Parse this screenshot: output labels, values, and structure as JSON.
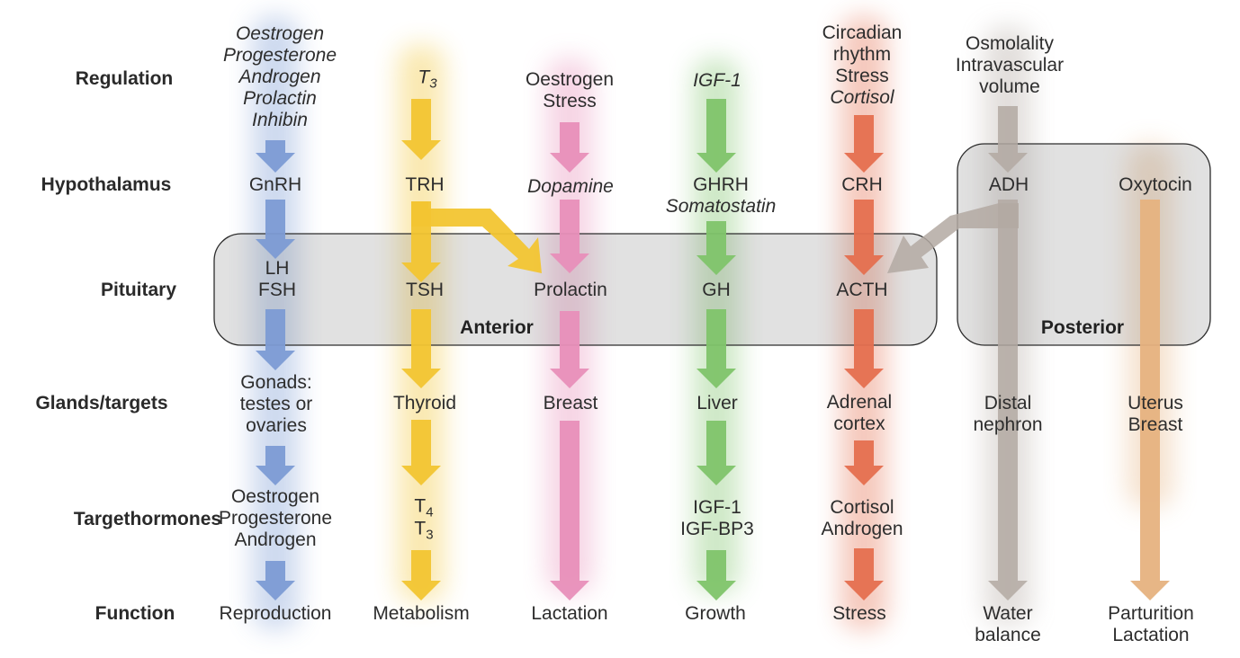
{
  "row_labels": {
    "regulation": "Regulation",
    "hypothalamus": "Hypothalamus",
    "pituitary": "Pituitary",
    "glands": "Glands/targets",
    "target_hormones_1": "Target",
    "target_hormones_2": "hormones",
    "function": "Function"
  },
  "panels": {
    "anterior": "Anterior",
    "posterior": "Posterior"
  },
  "axes": {
    "gonadal": {
      "color": "#7c9bd4",
      "regulation": [
        "Oestrogen",
        "Progesterone",
        "Androgen",
        "Prolactin",
        "Inhibin"
      ],
      "hypothalamus": "GnRH",
      "pituitary": [
        "LH",
        "FSH"
      ],
      "glands": [
        "Gonads:",
        "testes or",
        "ovaries"
      ],
      "target": [
        "Oestrogen",
        "Progesterone",
        "Androgen"
      ],
      "function": "Reproduction"
    },
    "thyroid": {
      "color": "#f2c531",
      "regulation": "T",
      "regulation_sub": "3",
      "hypothalamus": "TRH",
      "pituitary": "TSH",
      "glands": "Thyroid",
      "target_1": "T",
      "target_1_sub": "4",
      "target_2": "T",
      "target_2_sub": "3",
      "function": "Metabolism"
    },
    "prolactin": {
      "color": "#e88fb9",
      "regulation": [
        "Oestrogen",
        "Stress"
      ],
      "hypothalamus": "Dopamine",
      "pituitary": "Prolactin",
      "glands": "Breast",
      "function": "Lactation"
    },
    "growth": {
      "color": "#7fc46a",
      "regulation": "IGF-1",
      "hypothalamus": [
        "GHRH",
        "Somatostatin"
      ],
      "pituitary": "GH",
      "glands": "Liver",
      "target": [
        "IGF-1",
        "IGF-BP3"
      ],
      "function": "Growth"
    },
    "adrenal": {
      "color": "#e56f4f",
      "regulation": [
        "Circadian",
        "rhythm",
        "Stress",
        "Cortisol"
      ],
      "hypothalamus": "CRH",
      "pituitary": "ACTH",
      "glands": [
        "Adrenal",
        "cortex"
      ],
      "target": [
        "Cortisol",
        "Androgen"
      ],
      "function": "Stress"
    },
    "adh": {
      "color": "#b3a9a2",
      "regulation": [
        "Osmolality",
        "Intravascular",
        "volume"
      ],
      "hypothalamus": "ADH",
      "glands": [
        "Distal",
        "nephron"
      ],
      "function": [
        "Water",
        "balance"
      ]
    },
    "oxytocin": {
      "color": "#e6b27f",
      "hypothalamus": "Oxytocin",
      "glands": [
        "Uterus",
        "Breast"
      ],
      "function": [
        "Parturition",
        "Lactation"
      ]
    }
  }
}
